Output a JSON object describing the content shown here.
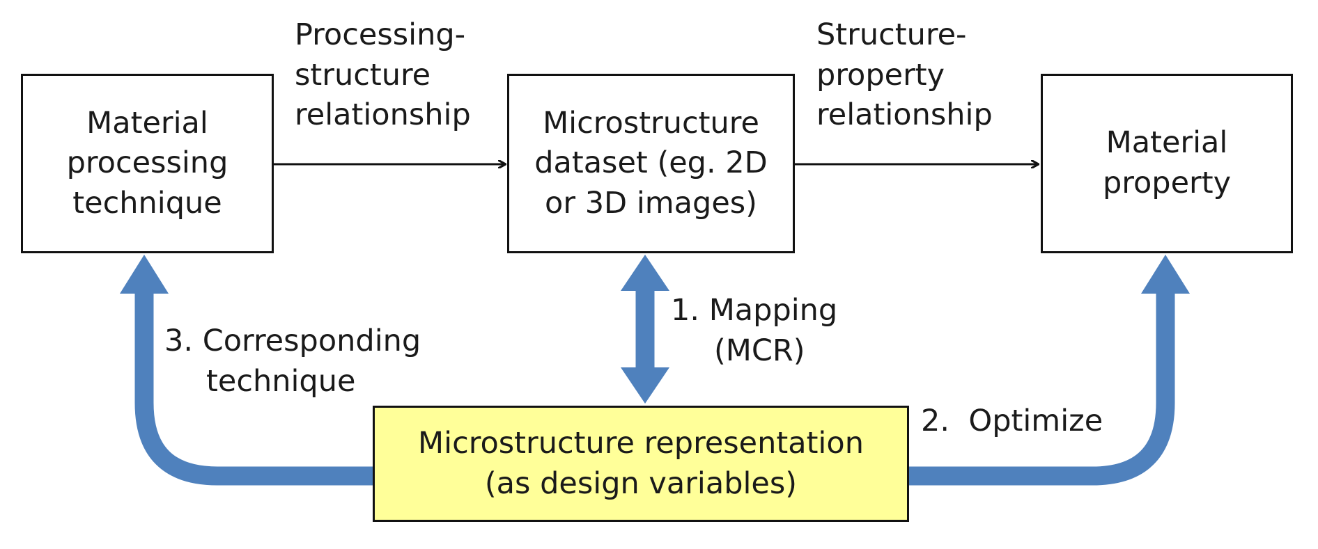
{
  "boxes": {
    "processing_technique": {
      "lines": [
        "Material",
        "processing",
        "technique"
      ]
    },
    "microstructure_dataset": {
      "lines": [
        "Microstructure",
        "dataset (eg. 2D",
        "or 3D images)"
      ]
    },
    "material_property": {
      "lines": [
        "Material",
        "property"
      ]
    },
    "representation": {
      "lines": [
        "Microstructure representation",
        "(as design variables)"
      ]
    }
  },
  "labels": {
    "processing_structure": [
      "Processing-",
      "structure",
      "relationship"
    ],
    "structure_property": [
      "Structure-",
      "property",
      "relationship"
    ],
    "mapping": [
      "1. Mapping",
      "(MCR)"
    ],
    "optimize": [
      "2.  Optimize"
    ],
    "corresponding": [
      "3. Corresponding",
      "technique"
    ]
  },
  "colors": {
    "thick_arrow": "#4f81bd",
    "highlight_box": "#ffff99",
    "line": "#111111"
  }
}
